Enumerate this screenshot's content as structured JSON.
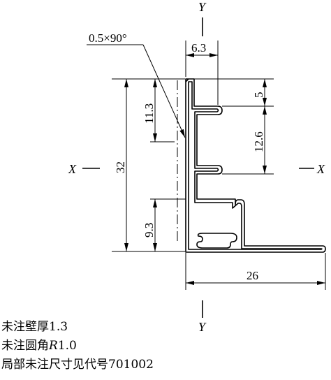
{
  "axes": {
    "y_top": "Y",
    "y_bottom": "Y",
    "x_left": "X",
    "x_right": "X"
  },
  "chamfer_label": "0.5×90°",
  "dimensions": {
    "d_6_3": "6.3",
    "d_5": "5",
    "d_11_3": "11.3",
    "d_12_6": "12.6",
    "d_32": "32",
    "d_9_3": "9.3",
    "d_26": "26"
  },
  "notes": {
    "wall_prefix": "未注壁厚",
    "wall_value": "1.3",
    "radius_prefix": "未注圆角",
    "radius_symbol": "R",
    "radius_value": "1.0",
    "local_text": "局部未注尺寸见代号701002"
  }
}
